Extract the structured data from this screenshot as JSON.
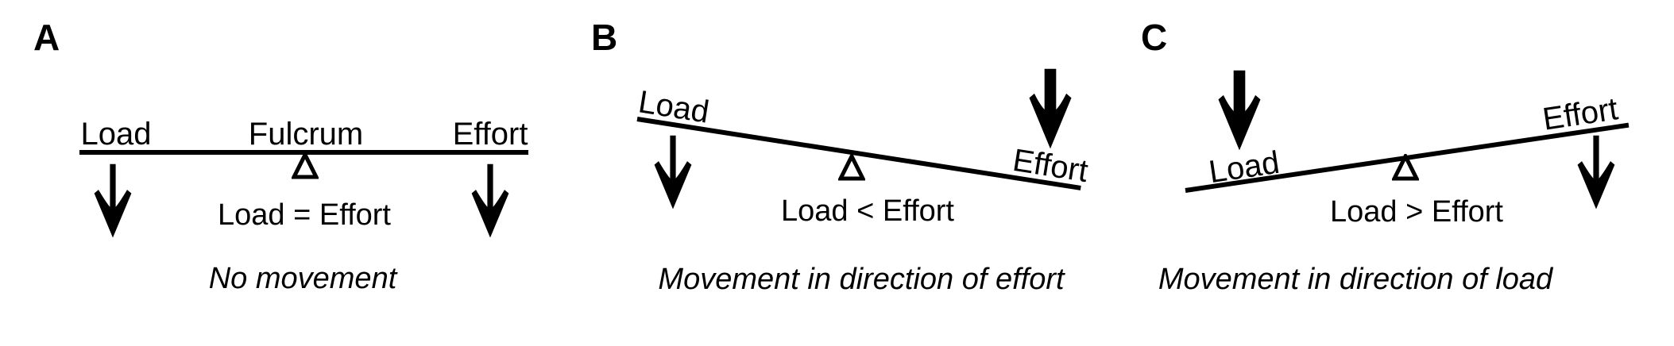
{
  "figure": {
    "background_color": "#ffffff",
    "ink_color": "#000000",
    "panels": [
      {
        "letter": "A",
        "tilt": "level",
        "beam_labels": {
          "load": "Load",
          "fulcrum": "Fulcrum",
          "effort": "Effort"
        },
        "load_arrow": {
          "style": "thin",
          "direction": "down"
        },
        "effort_arrow": {
          "style": "thin",
          "direction": "down"
        },
        "fulcrum_symbol": "open-triangle",
        "relation": "Load = Effort",
        "caption": "No movement"
      },
      {
        "letter": "B",
        "tilt": "effort-side-down",
        "beam_labels": {
          "load": "Load",
          "effort": "Effort"
        },
        "load_arrow": {
          "style": "thin",
          "direction": "down"
        },
        "effort_arrow": {
          "style": "thick",
          "direction": "down"
        },
        "fulcrum_symbol": "open-triangle",
        "relation": "Load < Effort",
        "caption": "Movement in direction of effort"
      },
      {
        "letter": "C",
        "tilt": "load-side-down",
        "beam_labels": {
          "load": "Load",
          "effort": "Effort"
        },
        "load_arrow": {
          "style": "thick",
          "direction": "down"
        },
        "effort_arrow": {
          "style": "thin",
          "direction": "down"
        },
        "fulcrum_symbol": "open-triangle",
        "relation": "Load > Effort",
        "caption": "Movement in direction of load"
      }
    ]
  }
}
